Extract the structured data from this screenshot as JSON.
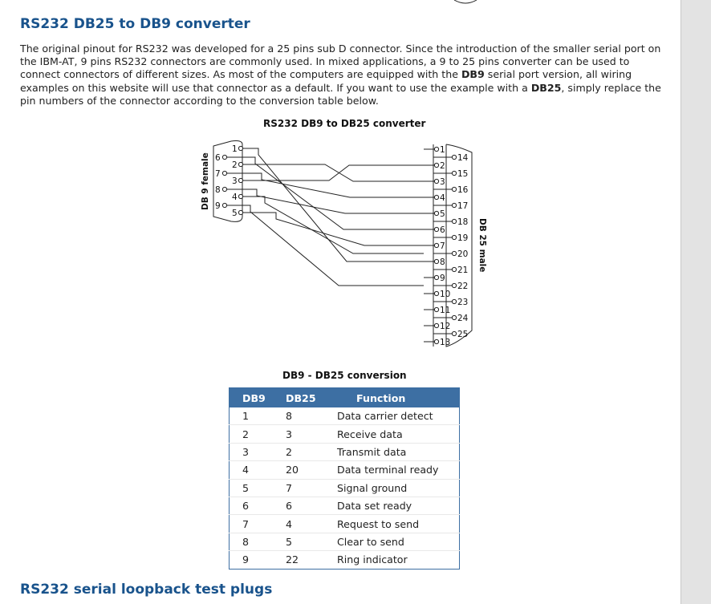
{
  "heading": "RS232 DB25 to DB9 converter",
  "intro": {
    "p1": "The original pinout for RS232 was developed for a 25 pins sub D connector. Since the introduction of the smaller serial port on the IBM-AT, 9 pins RS232 connectors are commonly used. In mixed applications, a 9 to 25 pins converter can be used to connect connectors of different sizes. As most of the computers are equipped with the ",
    "b1": "DB9",
    "p2": " serial port version, all wiring examples on this website will use that connector as a default. If you want to use the example with a ",
    "b2": "DB25",
    "p3": ", simply replace the pin numbers of the connector according to the conversion table below."
  },
  "diagram": {
    "caption": "RS232 DB9 to DB25 converter",
    "db9_label": "DB 9 female",
    "db25_label": "DB 25 male",
    "db9_top_pins": [
      "1",
      "2",
      "3",
      "4",
      "5"
    ],
    "db9_bottom_pins": [
      "6",
      "7",
      "8",
      "9"
    ],
    "db25_top_pins": [
      "1",
      "2",
      "3",
      "4",
      "5",
      "6",
      "7",
      "8",
      "9",
      "10",
      "11",
      "12",
      "13"
    ],
    "db25_bottom_pins": [
      "14",
      "15",
      "16",
      "17",
      "18",
      "19",
      "20",
      "21",
      "22",
      "23",
      "24",
      "25"
    ],
    "wiring": [
      [
        1,
        8
      ],
      [
        2,
        3
      ],
      [
        3,
        2
      ],
      [
        4,
        20
      ],
      [
        5,
        7
      ],
      [
        6,
        6
      ],
      [
        7,
        4
      ],
      [
        8,
        5
      ],
      [
        9,
        22
      ]
    ]
  },
  "table": {
    "caption": "DB9 - DB25 conversion",
    "headers": [
      "DB9",
      "DB25",
      "Function"
    ],
    "rows": [
      [
        "1",
        "8",
        "Data carrier detect"
      ],
      [
        "2",
        "3",
        "Receive data"
      ],
      [
        "3",
        "2",
        "Transmit data"
      ],
      [
        "4",
        "20",
        "Data terminal ready"
      ],
      [
        "5",
        "7",
        "Signal ground"
      ],
      [
        "6",
        "6",
        "Data set ready"
      ],
      [
        "7",
        "4",
        "Request to send"
      ],
      [
        "8",
        "5",
        "Clear to send"
      ],
      [
        "9",
        "22",
        "Ring indicator"
      ]
    ]
  },
  "next_heading": "RS232 serial loopback test plugs",
  "colors": {
    "heading": "#19538c",
    "table_header": "#3d6fa3"
  }
}
